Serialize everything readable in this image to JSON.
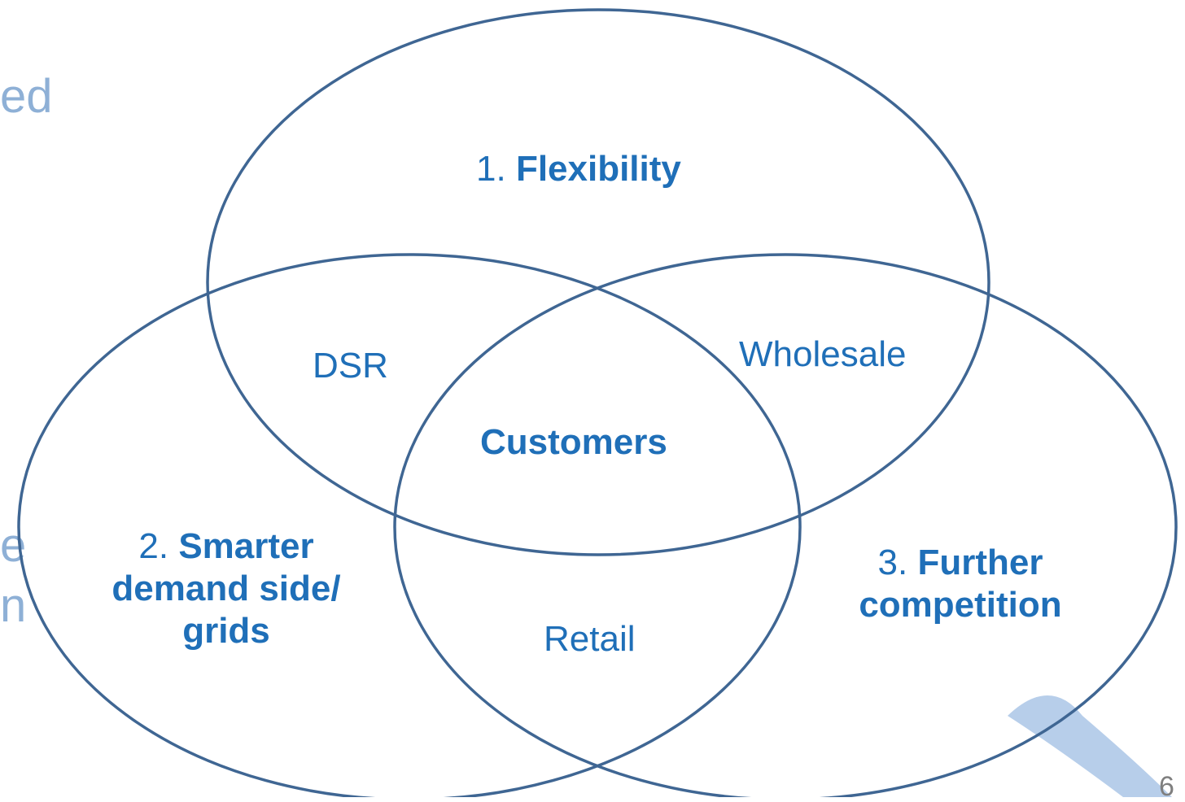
{
  "background_text": {
    "fragment_1": "ed",
    "fragment_2": "e",
    "fragment_3": "n"
  },
  "page_number": "6",
  "colors": {
    "circle_stroke": "#3f6693",
    "label_text": "#1f6fb8",
    "background_text": "#8eb0d6",
    "swoosh": "#aac6e6"
  },
  "venn": {
    "sets": [
      {
        "number": "1.",
        "name": "Flexibility"
      },
      {
        "number": "2.",
        "name_lines": [
          "Smarter",
          "demand side/",
          "grids"
        ]
      },
      {
        "number": "3.",
        "name_lines": [
          "Further",
          "competition"
        ]
      }
    ],
    "intersections": {
      "one_two": "DSR",
      "one_three": "Wholesale",
      "two_three": "Retail",
      "center": "Customers"
    }
  }
}
